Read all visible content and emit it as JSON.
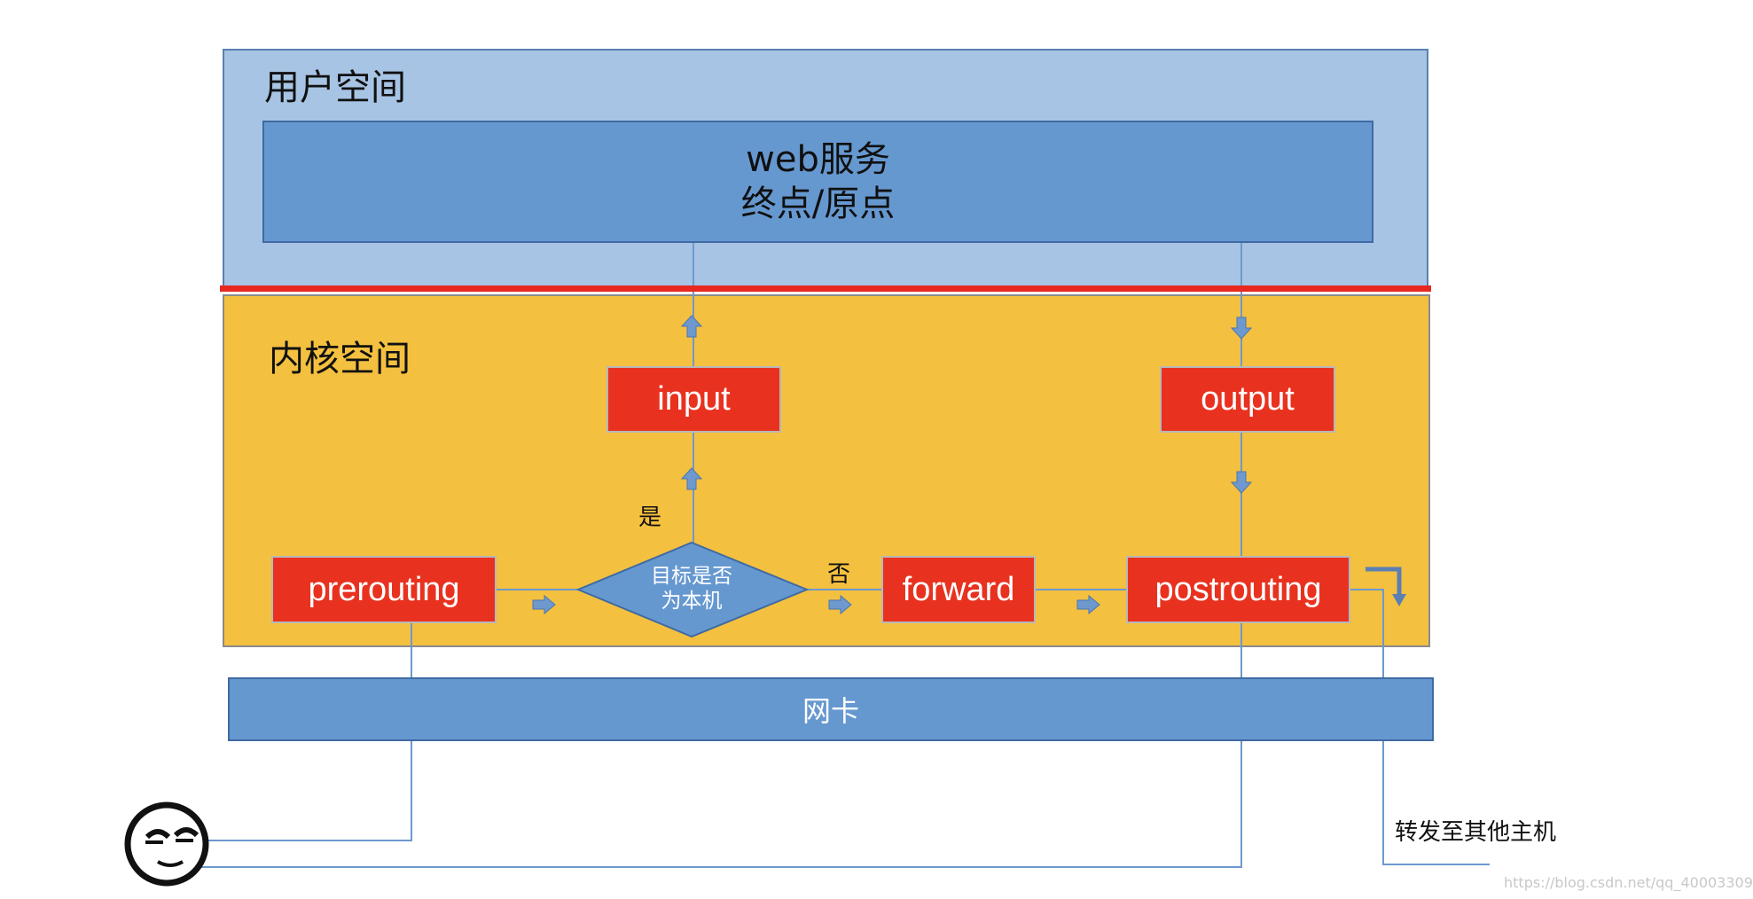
{
  "user_space": {
    "title": "用户空间",
    "web_service": {
      "line1": "web服务",
      "line2": "终点/原点"
    }
  },
  "kernel_space": {
    "title": "内核空间",
    "chains": {
      "input": "input",
      "output": "output",
      "prerouting": "prerouting",
      "forward": "forward",
      "postrouting": "postrouting"
    },
    "decision": {
      "line1": "目标是否",
      "line2": "为本机",
      "yes_label": "是",
      "no_label": "否"
    }
  },
  "nic": {
    "label": "网卡"
  },
  "forward_to_other_hosts": "转发至其他主机",
  "watermark": "https://blog.csdn.net/qq_40003309",
  "colors": {
    "user_space_bg": "#a7c4e4",
    "kernel_space_bg": "#f4c03f",
    "chain_box": "#e8321f",
    "blue_box": "#6698d0",
    "divider": "#e8271f",
    "connector": "#6d99cf"
  }
}
